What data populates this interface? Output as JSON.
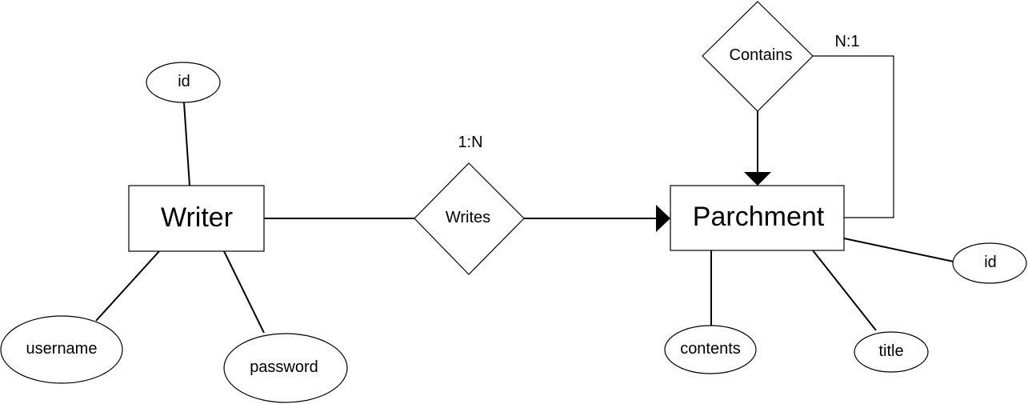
{
  "entities": {
    "writer": "Writer",
    "parchment": "Parchment"
  },
  "relationships": {
    "writes": "Writes",
    "contains": "Contains"
  },
  "cardinalities": {
    "writes": "1:N",
    "contains": "N:1"
  },
  "attributes": {
    "writer_id": "id",
    "writer_username": "username",
    "writer_password": "password",
    "parchment_id": "id",
    "parchment_contents": "contents",
    "parchment_title": "title"
  }
}
